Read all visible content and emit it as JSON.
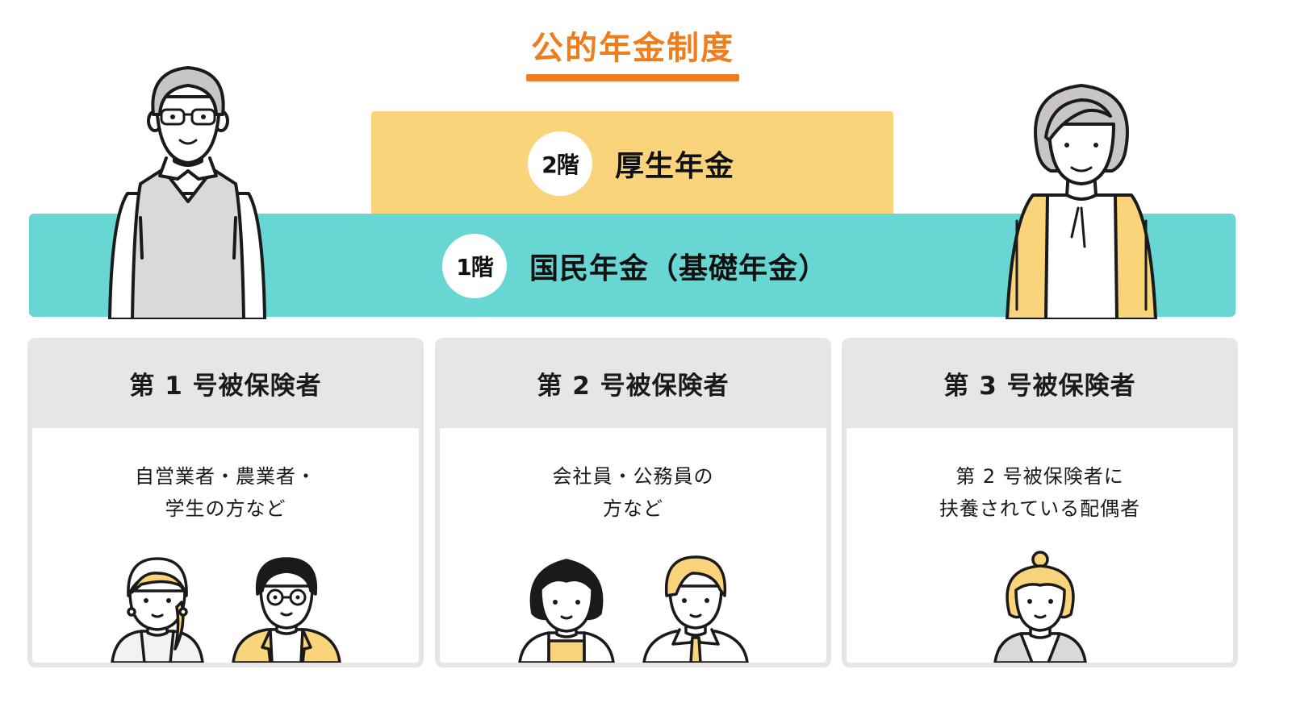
{
  "title": "公的年金制度",
  "colors": {
    "accent_orange": "#f07d1c",
    "tier2_yellow": "#fad47a",
    "tier1_teal": "#68d6d3",
    "card_gray": "#e6e6e6",
    "ink": "#1a1a1a"
  },
  "tiers": [
    {
      "level_badge": "2階",
      "label": "厚生年金"
    },
    {
      "level_badge": "1階",
      "label": "国民年金（基礎年金）"
    }
  ],
  "illustrations": {
    "left": "elderly-man-icon",
    "right": "elderly-woman-icon"
  },
  "cards": [
    {
      "title": "第 1 号被保険者",
      "desc_lines": [
        "自営業者・農業者・",
        "学生の方など"
      ],
      "avatars": [
        "young-woman-braid-icon",
        "man-glasses-jacket-icon"
      ]
    },
    {
      "title": "第 2 号被保険者",
      "desc_lines": [
        "会社員・公務員の",
        "方など"
      ],
      "avatars": [
        "woman-office-worker-icon",
        "man-office-worker-tie-icon"
      ]
    },
    {
      "title": "第 3 号被保険者",
      "desc_lines": [
        "第 2 号被保険者に",
        "扶養されている配偶者"
      ],
      "avatars": [
        "woman-spouse-icon"
      ]
    }
  ]
}
